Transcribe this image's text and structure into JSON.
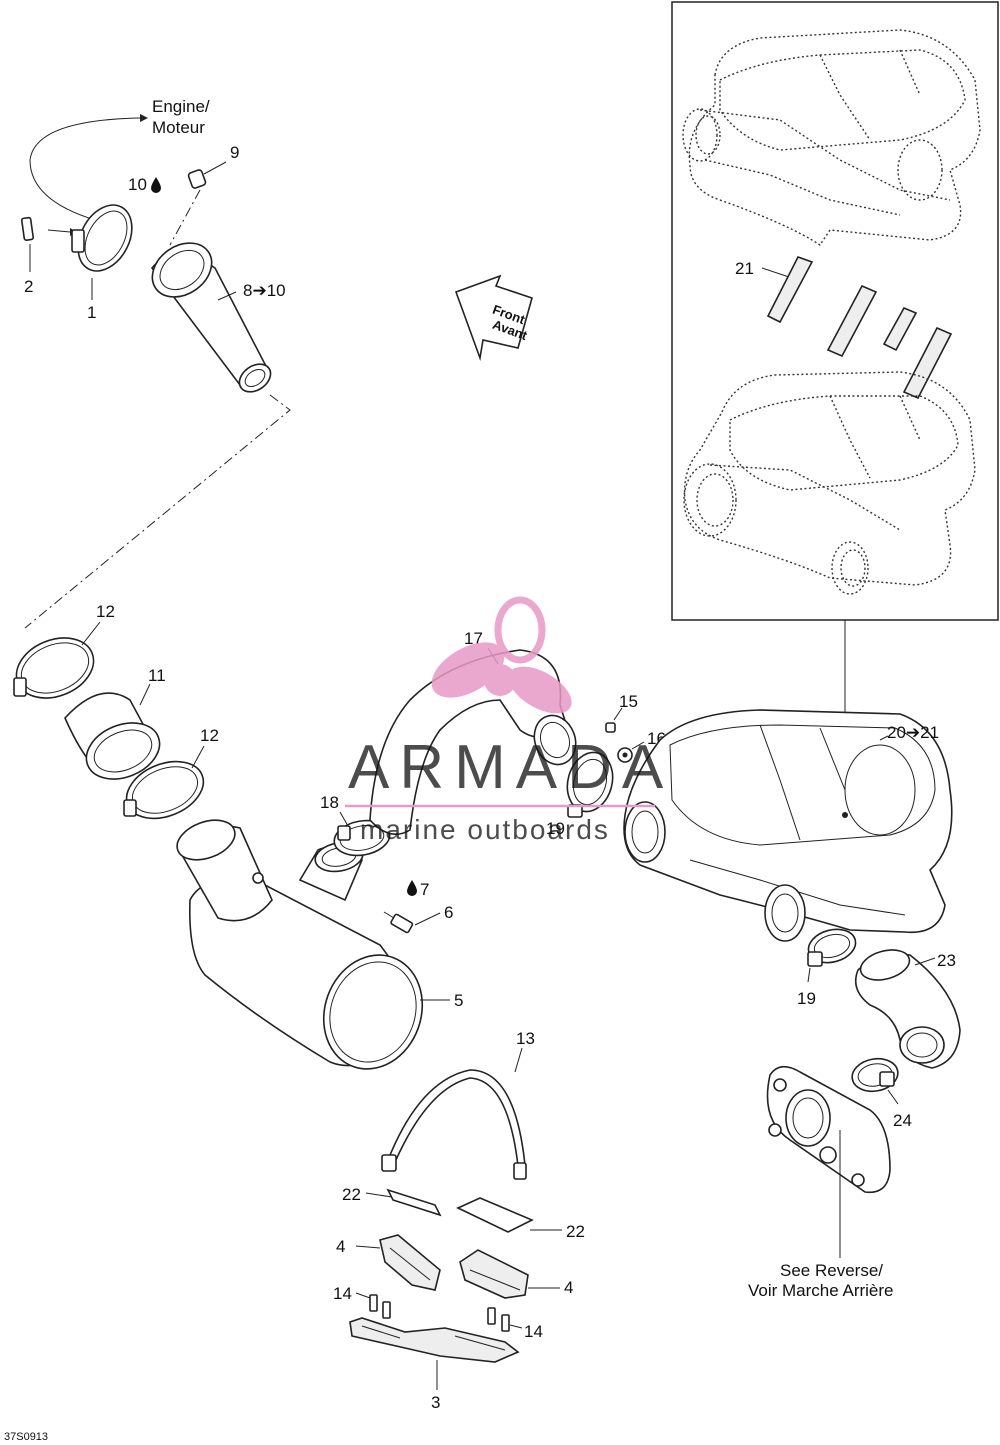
{
  "labels": {
    "engine": "Engine/",
    "moteur": "Moteur",
    "front": "Front",
    "avant": "Avant",
    "see_reverse": "See Reverse/",
    "voir_marche": "Voir Marche Arrière",
    "code": "37S0913",
    "p1": "1",
    "p2": "2",
    "p3": "3",
    "p4a": "4",
    "p4b": "4",
    "p5": "5",
    "p6": "6",
    "p7": "7",
    "p8_10": "8➔10",
    "p9": "9",
    "p10": "10",
    "p11": "11",
    "p12a": "12",
    "p12b": "12",
    "p13": "13",
    "p14a": "14",
    "p14b": "14",
    "p15": "15",
    "p16": "16",
    "p17": "17",
    "p18": "18",
    "p19a": "19",
    "p19b": "19",
    "p20_21": "20➔21",
    "p21": "21",
    "p22a": "22",
    "p22b": "22",
    "p23": "23",
    "p24": "24"
  },
  "watermark": {
    "brand": "ARMADA",
    "tagline": "marine outboards",
    "accent_color": "#e89ac6"
  }
}
